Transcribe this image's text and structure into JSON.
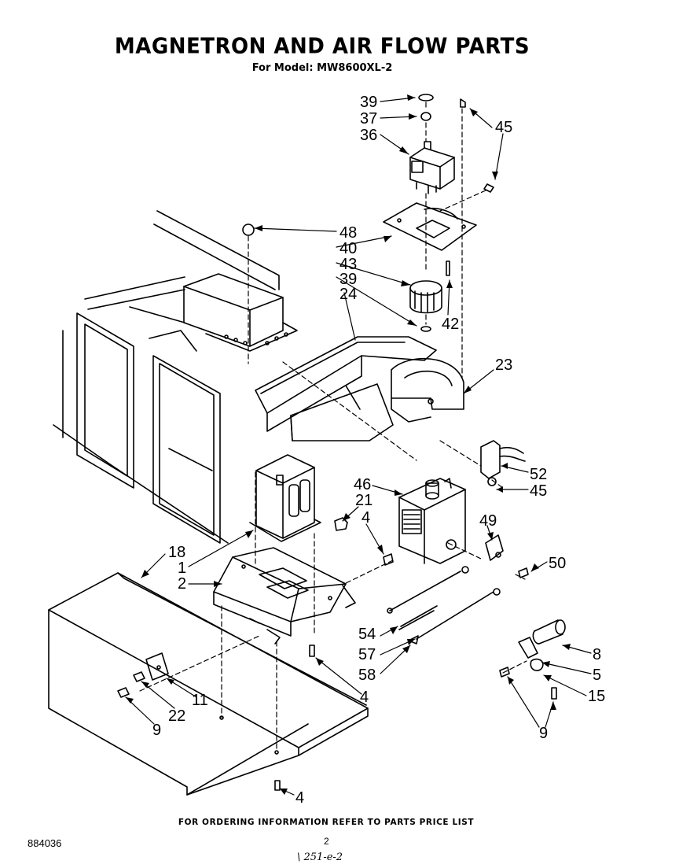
{
  "header": {
    "title": "MAGNETRON AND AIR FLOW PARTS",
    "subtitle": "For Model: MW8600XL-2"
  },
  "callouts": {
    "c39a": "39",
    "c37": "37",
    "c36": "36",
    "c45a": "45",
    "c48": "48",
    "c40": "40",
    "c43": "43",
    "c39b": "39",
    "c24": "24",
    "c42": "42",
    "c23": "23",
    "c52": "52",
    "c45b": "45",
    "c46": "46",
    "c21": "21",
    "c4a": "4",
    "c49": "49",
    "c50": "50",
    "c18": "18",
    "c1": "1",
    "c2": "2",
    "c54": "54",
    "c57": "57",
    "c58": "58",
    "c8": "8",
    "c5": "5",
    "c15": "15",
    "c4b": "4",
    "c11": "11",
    "c22": "22",
    "c9a": "9",
    "c9b": "9",
    "c4c": "4"
  },
  "footer": {
    "ordering_note": "FOR ORDERING INFORMATION REFER TO PARTS PRICE LIST",
    "document_number": "884036",
    "page_number": "2",
    "handwritten_note": "\\ 251-e-2"
  }
}
